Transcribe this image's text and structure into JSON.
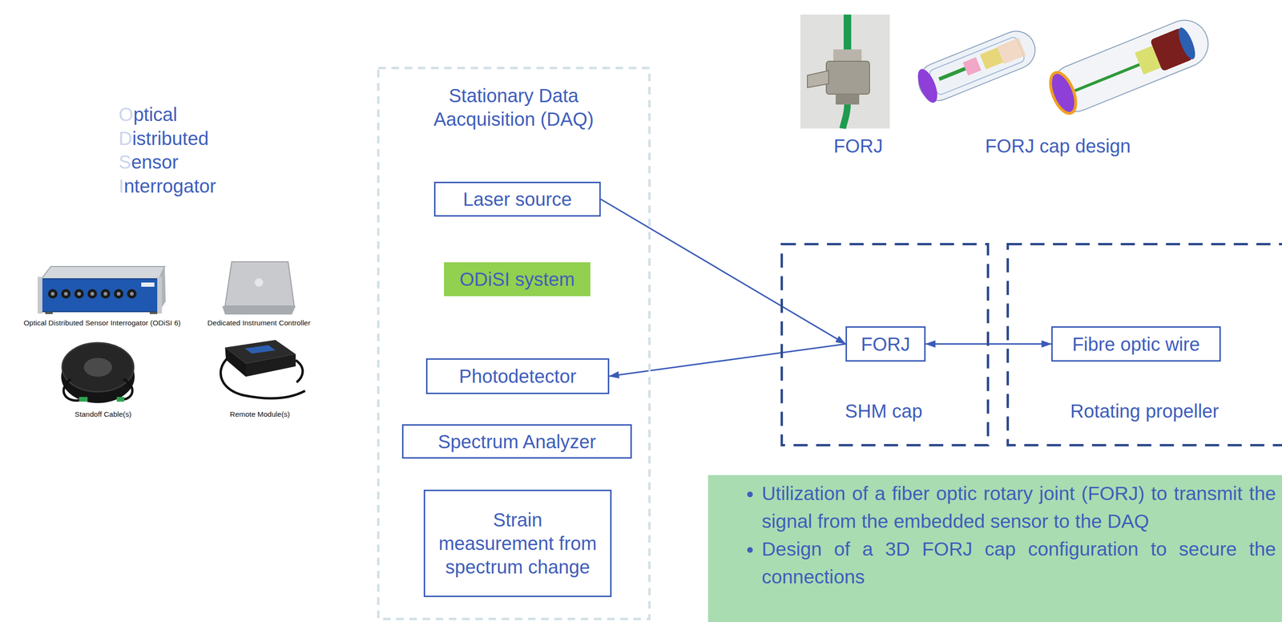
{
  "diagram": {
    "nodes": [
      {
        "text": [
          "Stationary Data Aacquisition (DAQ)"
        ]
      },
      {
        "text": [
          "Laser source"
        ],
        "in": 0
      },
      {
        "text": [
          "ODiSI system"
        ],
        "in": 0
      },
      {
        "text": [
          "Photodetector"
        ],
        "in": 0
      },
      {
        "text": [
          "Spectrum Analyzer"
        ],
        "in": 0
      },
      {
        "text": [
          "Strain measurement from spectrum change"
        ],
        "in": 0
      },
      {
        "text": [
          "SHM cap"
        ]
      },
      {
        "text": [
          "FORJ"
        ],
        "in": 6
      },
      {
        "text": [
          "Rotating propeller"
        ]
      },
      {
        "text": [
          "Fibre optic wire"
        ],
        "in": 8
      },
      {
        "text": [
          "Utilization of a fiber optic rotary joint (FORJ) to transmit the signal from the embedded sensor to the DAQ",
          "Design of a 3D  FORJ cap configuration to secure the connections"
        ]
      }
    ],
    "edges": [
      {
        "from": 1,
        "to": 7,
        "arrow": "to"
      },
      {
        "from": 7,
        "to": 3,
        "arrow": "to"
      },
      {
        "from": 7,
        "to": 9,
        "arrow": "both"
      }
    ],
    "labels": [
      "Optical",
      "Distributed",
      "Sensor",
      "Interrogator",
      "Optical Distributed Sensor Interrogator (ODiSI 6)",
      "Dedicated Instrument Controller",
      "Standoff Cable(s)",
      "Remote Module(s)",
      "FORJ",
      "FORJ cap design"
    ]
  }
}
